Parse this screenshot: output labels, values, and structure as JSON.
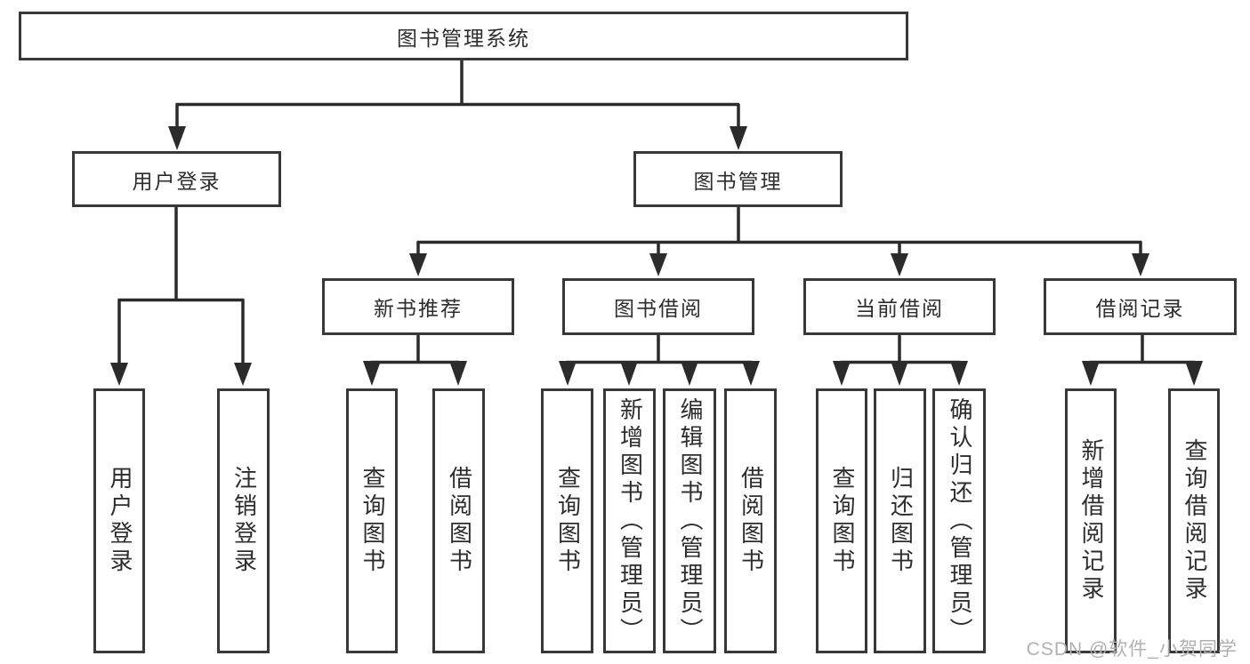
{
  "diagram": {
    "root": {
      "label": "图书管理系统"
    },
    "branches": [
      {
        "label": "用户登录",
        "children": [
          {
            "label": "用户登录"
          },
          {
            "label": "注销登录"
          }
        ]
      },
      {
        "label": "图书管理",
        "children": [
          {
            "label": "新书推荐",
            "children": [
              {
                "label": "查询图书"
              },
              {
                "label": "借阅图书"
              }
            ]
          },
          {
            "label": "图书借阅",
            "children": [
              {
                "label": "查询图书"
              },
              {
                "label": "新增图书（管理员）"
              },
              {
                "label": "编辑图书（管理员）"
              },
              {
                "label": "借阅图书"
              }
            ]
          },
          {
            "label": "当前借阅",
            "children": [
              {
                "label": "查询图书"
              },
              {
                "label": "归还图书"
              },
              {
                "label": "确认归还（管理员）"
              }
            ]
          },
          {
            "label": "借阅记录",
            "children": [
              {
                "label": "新增借阅记录"
              },
              {
                "label": "查询借阅记录"
              }
            ]
          }
        ]
      }
    ],
    "watermark": {
      "text": "CSDN @软件_小贺同学"
    },
    "colors": {
      "box_border": "#383838",
      "line": "#2b2b2b",
      "text": "#2d2d2d",
      "watermark": "#b0b0b0",
      "background": "#ffffff"
    }
  }
}
